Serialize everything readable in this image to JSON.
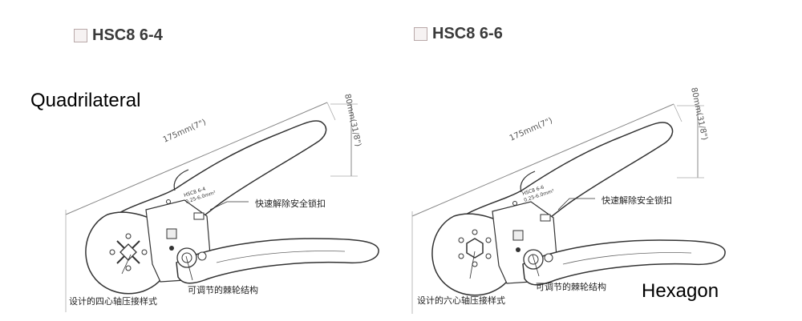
{
  "models": [
    {
      "title": "HSC8 6-4",
      "shape_label": "Quadrilateral",
      "length": "175mm(7\")",
      "height": "80mm(31/8\")",
      "lock_label": "快速解除安全锁扣",
      "die_label": "设计的四心轴压接样式",
      "ratchet_label": "可调节的棘轮结构",
      "stamp_model": "HSC8 6-4",
      "stamp_range": "0.25-6.0mm²"
    },
    {
      "title": "HSC8 6-6",
      "shape_label": "Hexagon",
      "length": "175mm(7\")",
      "height": "80mm(31/8\")",
      "lock_label": "快速解除安全锁扣",
      "die_label": "设计的六心轴压接样式",
      "ratchet_label": "可调节的棘轮结构",
      "stamp_model": "HSC8 6-6",
      "stamp_range": "0.25-6.0mm²"
    }
  ]
}
